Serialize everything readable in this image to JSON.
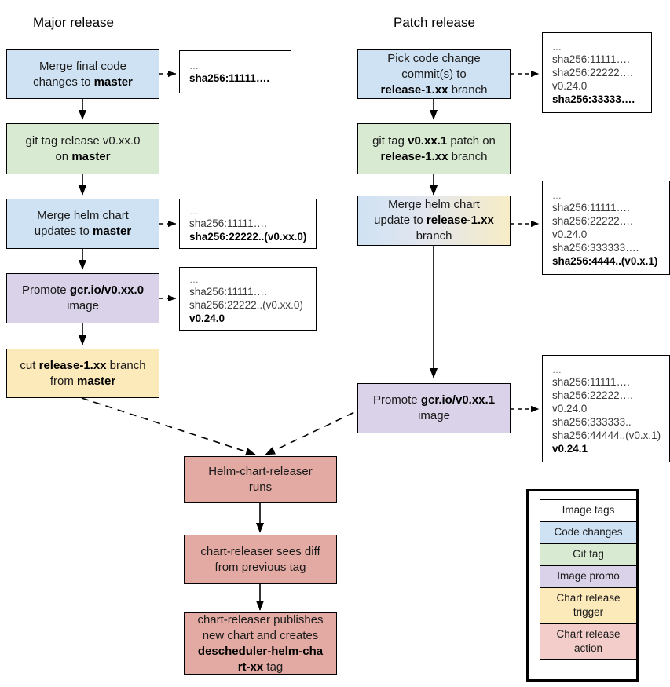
{
  "columns": {
    "major_title": "Major release",
    "patch_title": "Patch release"
  },
  "colors": {
    "code_changes": "#cfe2f3",
    "git_tag": "#d9ead3",
    "image_promo": "#d9d2e9",
    "chart_release_trigger": "#fdeaba",
    "chart_release_action": "#e3aaa3",
    "image_tags": "#ffffff",
    "border": "#000000"
  },
  "major": {
    "merge_code": {
      "line1": "Merge final code",
      "line2_prefix": "changes to ",
      "line2_bold": "master"
    },
    "git_tag": {
      "line1": "git tag release v0.xx.0",
      "line2_prefix": "on ",
      "line2_bold": "master"
    },
    "merge_helm": {
      "line1": "Merge helm chart",
      "line2_prefix": "updates to ",
      "line2_bold": "master"
    },
    "promote": {
      "line1_prefix": "Promote ",
      "line1_bold": "gcr.io/v0.xx.0",
      "line2": "image"
    },
    "cut_branch": {
      "line1_prefix": "cut ",
      "line1_bold": "release-1.xx",
      "line1_suffix": " branch",
      "line2_prefix": "from ",
      "line2_bold": "master"
    },
    "tags_after_merge_code": {
      "lines": [
        "…",
        "sha256:11111…."
      ],
      "bold_from": 1
    },
    "tags_after_merge_helm": {
      "lines": [
        "…",
        "sha256:11111….",
        "sha256:22222..(v0.xx.0)"
      ],
      "bold_from": 2
    },
    "tags_after_promote": {
      "lines": [
        "…",
        "sha256:11111….",
        "sha256:22222..(v0.xx.0)",
        "v0.24.0"
      ],
      "bold_from": 3
    }
  },
  "patch": {
    "pick_commits": {
      "line1": "Pick code change",
      "line2": "commit(s) to",
      "line3_bold": "release-1.xx",
      "line3_suffix": " branch"
    },
    "git_tag": {
      "line1_prefix": "git tag ",
      "line1_bold": "v0.xx.1",
      "line1_suffix": " patch on",
      "line2_bold": "release-1.xx",
      "line2_suffix": " branch"
    },
    "merge_helm": {
      "line1": "Merge helm chart",
      "line2_prefix": "update to ",
      "line2_bold": "release-1.xx",
      "line3": "branch"
    },
    "promote": {
      "line1_prefix": "Promote ",
      "line1_bold": "gcr.io/v0.xx.1",
      "line2": "image"
    },
    "tags_after_pick": {
      "lines": [
        "…",
        "sha256:11111….",
        "sha256:22222….",
        "v0.24.0",
        "sha256:33333…."
      ],
      "bold_from": 4
    },
    "tags_after_merge_helm": {
      "lines": [
        "…",
        "sha256:11111….",
        "sha256:22222….",
        "v0.24.0",
        "sha256:333333….",
        "sha256:4444..(v0.x.1)"
      ],
      "bold_from": 5
    },
    "tags_after_promote": {
      "lines": [
        "…",
        "sha256:11111….",
        "sha256:22222….",
        "v0.24.0",
        "sha256:333333..",
        "sha256:44444..(v0.x.1)",
        "v0.24.1"
      ],
      "bold_from": 6
    }
  },
  "releaser": {
    "runs": {
      "line1": "Helm-chart-releaser",
      "line2": "runs"
    },
    "diff": {
      "line1": "chart-releaser sees diff",
      "line2": "from previous tag"
    },
    "publish": {
      "line1": "chart-releaser publishes",
      "line2": "new chart and creates",
      "line3_bold": "descheduler-helm-cha",
      "line4_bold": "rt-xx",
      "line4_suffix": " tag"
    }
  },
  "legend": {
    "items": [
      {
        "label": "Image tags",
        "style": "lg-white"
      },
      {
        "label": "Code changes",
        "style": "lg-code"
      },
      {
        "label": "Git tag",
        "style": "lg-tag"
      },
      {
        "label": "Image promo",
        "style": "lg-promo"
      },
      {
        "label": "Chart release trigger",
        "style": "lg-trig"
      },
      {
        "label": "Chart release action",
        "style": "lg-action"
      }
    ]
  }
}
